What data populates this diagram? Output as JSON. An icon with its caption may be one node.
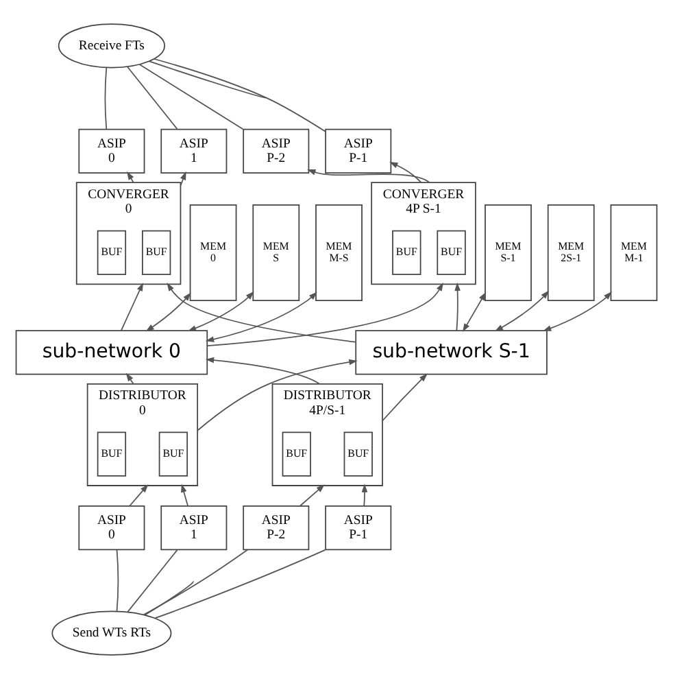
{
  "diagram": {
    "nodes": [
      {
        "text": [
          "Receive FTs"
        ]
      },
      {
        "text": [
          "MEM 0"
        ]
      },
      {
        "text": [
          "MEM S"
        ]
      },
      {
        "text": [
          "MEM M-S"
        ]
      },
      {
        "text": [
          "ASIP",
          "0"
        ]
      },
      {
        "text": [
          "ASIP",
          "1"
        ]
      },
      {
        "text": [
          "CONVERGER",
          "0"
        ]
      },
      {
        "text": [
          "BUF"
        ],
        "in": 6
      },
      {
        "text": [
          "BUF"
        ],
        "in": 6
      },
      {
        "text": [
          "MEM S-1"
        ]
      },
      {
        "text": [
          "MEM 2S-1"
        ]
      },
      {
        "text": [
          "MEM M-1"
        ]
      },
      {
        "text": [
          "ASIP",
          "P-2"
        ]
      },
      {
        "text": [
          "ASIP",
          "P-1"
        ]
      },
      {
        "text": [
          "CONVERGER",
          "4P S-1"
        ]
      },
      {
        "text": [
          "BUF"
        ],
        "in": 14
      },
      {
        "text": [
          "BUF"
        ],
        "in": 14
      },
      {
        "text": [
          "sub-network 0"
        ]
      },
      {
        "text": [
          "sub-network S-1"
        ]
      },
      {
        "text": [
          "DISTRIBUTOR",
          "0"
        ]
      },
      {
        "text": [
          "BUF"
        ],
        "in": 19
      },
      {
        "text": [
          "BUF"
        ],
        "in": 19
      },
      {
        "text": [
          "DISTRIBUTOR",
          "4P/S-1"
        ]
      },
      {
        "text": [
          "BUF"
        ],
        "in": 22
      },
      {
        "text": [
          "BUF"
        ],
        "in": 22
      },
      {
        "text": [
          "ASIP",
          "0"
        ]
      },
      {
        "text": [
          "ASIP",
          "1"
        ]
      },
      {
        "text": [
          "ASIP",
          "P-2"
        ]
      },
      {
        "text": [
          "ASIP",
          "P-1"
        ]
      },
      {
        "text": [
          "Send WTs RTs"
        ]
      }
    ],
    "edges": [
      {
        "from": 0,
        "to": 4,
        "arrow": "none"
      },
      {
        "from": 0,
        "to": 5,
        "arrow": "none"
      },
      {
        "from": 0,
        "to": null,
        "arrow": "none"
      },
      {
        "from": 0,
        "to": 12,
        "arrow": "none"
      },
      {
        "from": 0,
        "to": 13,
        "arrow": "none"
      },
      {
        "from": 6,
        "to": 4,
        "arrow": "to"
      },
      {
        "from": 6,
        "to": 5,
        "arrow": "to"
      },
      {
        "from": 14,
        "to": 12,
        "arrow": "to"
      },
      {
        "from": 14,
        "to": 13,
        "arrow": "to"
      },
      {
        "from": 1,
        "to": 17,
        "arrow": "both"
      },
      {
        "from": 2,
        "to": 17,
        "arrow": "both"
      },
      {
        "from": 3,
        "to": 17,
        "arrow": "both"
      },
      {
        "from": 9,
        "to": 18,
        "arrow": "both"
      },
      {
        "from": 10,
        "to": 18,
        "arrow": "both"
      },
      {
        "from": 11,
        "to": 18,
        "arrow": "both"
      },
      {
        "from": 17,
        "to": 6,
        "arrow": "to"
      },
      {
        "from": 18,
        "to": 6,
        "arrow": "to"
      },
      {
        "from": 17,
        "to": 14,
        "arrow": "to"
      },
      {
        "from": 18,
        "to": 14,
        "arrow": "to"
      },
      {
        "from": 19,
        "to": 17,
        "arrow": "to"
      },
      {
        "from": 19,
        "to": 18,
        "arrow": "to"
      },
      {
        "from": 22,
        "to": 17,
        "arrow": "to"
      },
      {
        "from": 22,
        "to": 18,
        "arrow": "to"
      },
      {
        "from": 25,
        "to": 19,
        "arrow": "to"
      },
      {
        "from": 26,
        "to": 19,
        "arrow": "to"
      },
      {
        "from": 27,
        "to": 22,
        "arrow": "to"
      },
      {
        "from": 28,
        "to": 22,
        "arrow": "to"
      },
      {
        "from": 29,
        "to": 25,
        "arrow": "none"
      },
      {
        "from": 29,
        "to": 26,
        "arrow": "none"
      },
      {
        "from": 29,
        "to": null,
        "arrow": "none"
      },
      {
        "from": 29,
        "to": 27,
        "arrow": "none"
      },
      {
        "from": 29,
        "to": 28,
        "arrow": "none"
      }
    ]
  }
}
